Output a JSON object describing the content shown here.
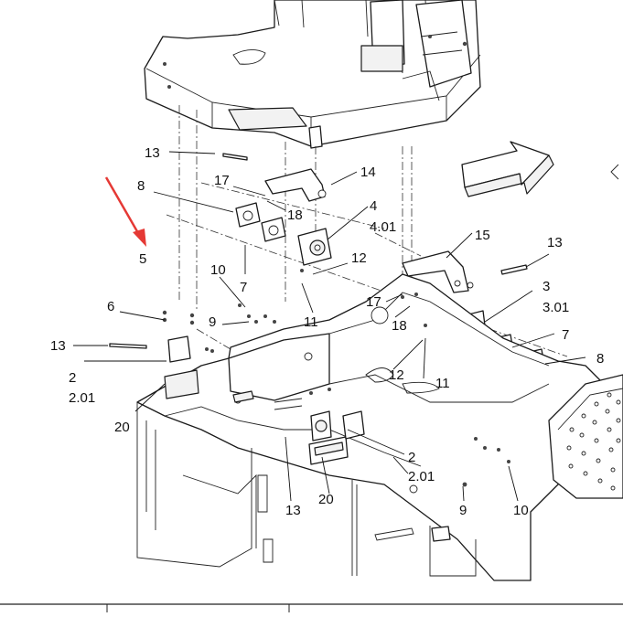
{
  "arrow_color": "#e53935",
  "callouts": [
    {
      "id": "c1",
      "text": "13"
    },
    {
      "id": "c2",
      "text": "14"
    },
    {
      "id": "c3",
      "text": "8"
    },
    {
      "id": "c4",
      "text": "17"
    },
    {
      "id": "c5",
      "text": "18"
    },
    {
      "id": "c6",
      "text": "4"
    },
    {
      "id": "c7",
      "text": "4.01"
    },
    {
      "id": "c8",
      "text": "5"
    },
    {
      "id": "c9",
      "text": "7"
    },
    {
      "id": "c10",
      "text": "12"
    },
    {
      "id": "c11",
      "text": "15"
    },
    {
      "id": "c12",
      "text": "13"
    },
    {
      "id": "c13",
      "text": "10"
    },
    {
      "id": "c14",
      "text": "3"
    },
    {
      "id": "c15",
      "text": "3.01"
    },
    {
      "id": "c16",
      "text": "6"
    },
    {
      "id": "c17",
      "text": "17"
    },
    {
      "id": "c18",
      "text": "9"
    },
    {
      "id": "c19",
      "text": "18"
    },
    {
      "id": "c20",
      "text": "11"
    },
    {
      "id": "c21",
      "text": "7"
    },
    {
      "id": "c22",
      "text": "13"
    },
    {
      "id": "c23",
      "text": "8"
    },
    {
      "id": "c24",
      "text": "2"
    },
    {
      "id": "c25",
      "text": "2.01"
    },
    {
      "id": "c26",
      "text": "12"
    },
    {
      "id": "c27",
      "text": "11"
    },
    {
      "id": "c28",
      "text": "20"
    },
    {
      "id": "c29",
      "text": "2"
    },
    {
      "id": "c30",
      "text": "2.01"
    },
    {
      "id": "c31",
      "text": "20"
    },
    {
      "id": "c32",
      "text": "13"
    },
    {
      "id": "c33",
      "text": "9"
    },
    {
      "id": "c34",
      "text": "10"
    }
  ],
  "table_cells": [
    "",
    "",
    ""
  ]
}
